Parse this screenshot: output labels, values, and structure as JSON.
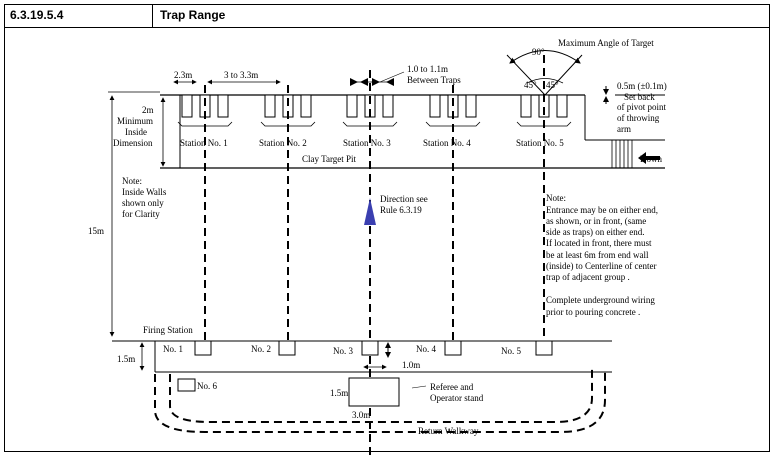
{
  "header": {
    "section": "6.3.19.5.4",
    "title": "Trap Range"
  },
  "dimensions": {
    "d_2_3m": "2.3m",
    "d_3_to_3_3m": "3 to 3.3m",
    "between_traps_1": "1.0 to 1.1m",
    "between_traps_2": "Between Traps",
    "max_angle": "Maximum Angle of  Target",
    "angle_90": "90°",
    "angle_45_left": "45°",
    "angle_45_right": "45°",
    "setback_1": "0.5m (±0.1m)",
    "setback_2": "Set back",
    "setback_3": "of pivot point",
    "setback_4": "of throwing",
    "setback_5": "arm",
    "min_2m": "2m",
    "min_1": "Minimum",
    "min_2": "Inside",
    "min_3": "Dimension",
    "d_15m": "15m",
    "d_1_5m": "1.5m",
    "d_1_0m": "1.0m",
    "d_1_5m_stand": "1.5m",
    "d_3_0m": "3.0m"
  },
  "labels": {
    "stations": [
      "Station No. 1",
      "Station No. 2",
      "Station No. 3",
      "Station No. 4",
      "Station No. 5"
    ],
    "clay_target_pit": "Clay Target Pit",
    "down": "Down",
    "direction_1": "Direction see",
    "direction_2": "Rule 6.3.19",
    "firing_station": "Firing Station",
    "firing_positions": [
      "No. 1",
      "No. 2",
      "No. 3",
      "No. 4",
      "No. 5"
    ],
    "no6": "No. 6",
    "referee_1": "Referee and",
    "referee_2": "Operator stand",
    "return_walkway": "Return Walkway"
  },
  "notes": {
    "left": [
      "Note:",
      "Inside Walls",
      "shown only",
      "for Clarity"
    ],
    "right": [
      "Note:",
      "Entrance may be  on either end,",
      "as shown, or in front, (same",
      "side as traps) on either end.",
      "If located in front, there must",
      "be at least 6m  from end wall",
      "(inside) to Centerline  of center",
      "trap of adjacent group .",
      "",
      "Complete underground wiring",
      "prior to pouring concrete ."
    ]
  },
  "colors": {
    "direction_arrow": "#3a3fb0",
    "line": "#000000"
  }
}
